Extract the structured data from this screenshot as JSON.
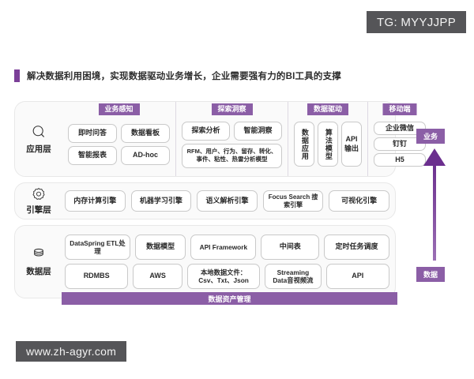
{
  "watermarks": {
    "telegram": "TG: MYYJJPP",
    "site": "www.zh-agyr.com"
  },
  "headline": {
    "text": "解决数据利用困境，实现数据驱动业务增长，企业需要强有力的BI工具的支撑",
    "accent_color": "#7B3F98"
  },
  "theme": {
    "purple": "#8B5EA6",
    "deep_purple": "#7B3F98",
    "card_bg": "#fafafa",
    "card_border": "#e8e8e8",
    "chip_border": "#c9c9c9",
    "watermark_bg": "#555558"
  },
  "layers": {
    "application": {
      "label": "应用层",
      "icon": "magnifier-icon",
      "groups": [
        {
          "badge": "业务感知",
          "chips": [
            "即时问答",
            "数据看板",
            "智能报表",
            "AD-hoc"
          ]
        },
        {
          "badge": "探索洞察",
          "chips": [
            "探索分析",
            "智能洞察"
          ],
          "wide_chip": "RFM、用户、行为、留存、转化、事件、粘性、热雷分析模型"
        },
        {
          "badge": "数据驱动",
          "chips": [
            "数据应用",
            "算法模型",
            "API输出"
          ],
          "chips_latin": [
            "API 输出"
          ]
        },
        {
          "badge": "移动端",
          "chips": [
            "企业微信",
            "钉钉",
            "H5"
          ]
        }
      ]
    },
    "engine": {
      "label": "引擎层",
      "icon": "gear-icon",
      "chips": [
        {
          "text": "内存计算引擎",
          "two_line": false
        },
        {
          "text": "机器学习引擎",
          "two_line": false
        },
        {
          "text": "语义解析引擎",
          "two_line": false
        },
        {
          "text": "Focus Search 搜索引擎",
          "two_line": true
        },
        {
          "text": "可视化引擎",
          "two_line": false
        }
      ]
    },
    "data": {
      "label": "数据层",
      "icon": "database-icon",
      "row_top": [
        {
          "text": "DataSpring ETL处理",
          "flex": 1.15
        },
        {
          "text": "数据模型",
          "flex": 0.85
        },
        {
          "text": "API Framework",
          "flex": 1.15
        },
        {
          "text": "中间表",
          "flex": 1.0
        },
        {
          "text": "定时任务调度",
          "flex": 1.15
        }
      ],
      "row_bottom": [
        {
          "text": "RDMBS",
          "flex": 1.15
        },
        {
          "text": "AWS",
          "flex": 0.85
        },
        {
          "text": "本地数据文件：Csv、Txt、Json",
          "flex": 1.35
        },
        {
          "text": "Streaming Data音视频流",
          "flex": 1.0
        },
        {
          "text": "API",
          "flex": 1.15
        }
      ]
    }
  },
  "band": {
    "label": "数据资产管理"
  },
  "rail": {
    "top_label": "业务",
    "bottom_label": "数据",
    "arrow": "up-arrow-icon"
  }
}
